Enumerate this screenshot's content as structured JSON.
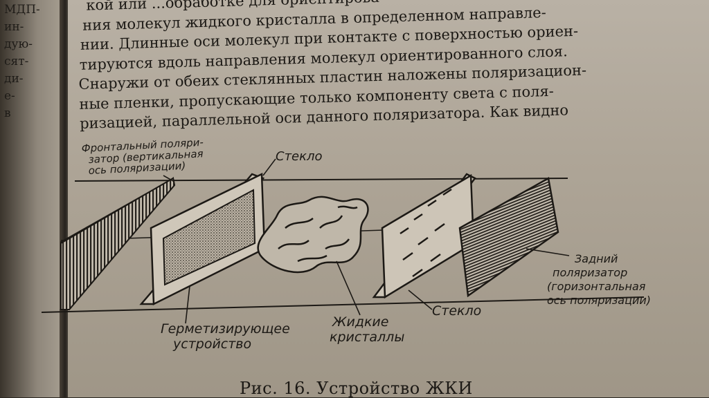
{
  "margin_fragments": [
    "МДП-",
    "ин-",
    "дую-",
    "сят-",
    "ди-",
    "е-",
    "в"
  ],
  "paragraph_lines": [
    "кой или ...обработке для ориентирова-",
    "ния молекул жидкого кристалла в определенном направле-",
    "нии. Длинные оси молекул при контакте с поверхностью ориен-",
    "тируются вдоль направления молекул ориентированного слоя.",
    "Снаружи от обеих стеклянных пластин наложены поляризацион-",
    "ные пленки, пропускающие только компоненту света с поля-",
    "ризацией, параллельной оси данного поляризатора. Как видно"
  ],
  "labels": {
    "front_polarizer_1": "Фронтальный поляри-",
    "front_polarizer_2": "затор (вертикальная",
    "front_polarizer_3": "ось поляризации)",
    "glass_top": "Стекло",
    "glass_bottom": "Стекло",
    "rear_polarizer_1": "Задний",
    "rear_polarizer_2": "поляризатор",
    "rear_polarizer_3": "(горизонтальная",
    "rear_polarizer_4": "ось поляризации)",
    "sealing_1": "Герметизирующее",
    "sealing_2": "устройство",
    "liquid_crystals_1": "Жидкие",
    "liquid_crystals_2": "кристаллы"
  },
  "caption": "Рис. 16. Устройство ЖКИ",
  "colors": {
    "paper": "#aea597",
    "ink": "#1c1915"
  }
}
